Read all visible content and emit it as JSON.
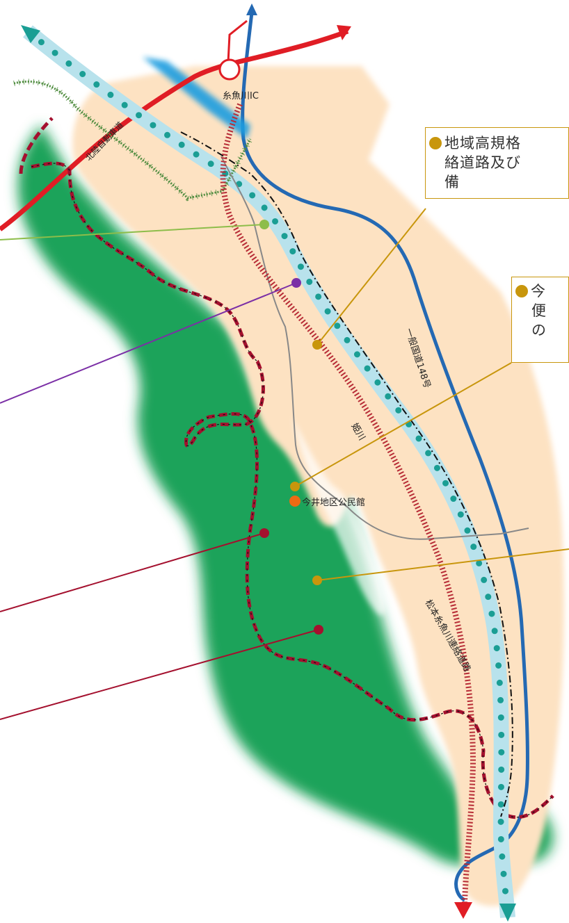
{
  "labels": {
    "interchange": "糸魚川IC",
    "expressway": "北陸自動車道",
    "route148": "一般国道148号",
    "river": "姫川",
    "connecting_road": "松本糸魚川連絡道路",
    "community_center": "今井地区公民館"
  },
  "callouts": [
    {
      "lines": [
        "地域高規格",
        "絡道路及び",
        "備"
      ]
    },
    {
      "lines": [
        "今",
        "便",
        "の"
      ]
    }
  ],
  "colors": {
    "urban_area": "#fde2c2",
    "forest": "#1aa35a",
    "national_route": "#2469b3",
    "expressway": "#e01d25",
    "connecting_road": "#b72c36",
    "river_band": "#b8e2ec",
    "river_dots": "#1a9e94",
    "railway": "#4f8c3f",
    "callout_border": "#c8960c",
    "purple_marker": "#7b2fa6",
    "crimson_marker": "#a4102e",
    "green_marker": "#8dbd4a",
    "community_center_dot": "#ee6a14"
  }
}
